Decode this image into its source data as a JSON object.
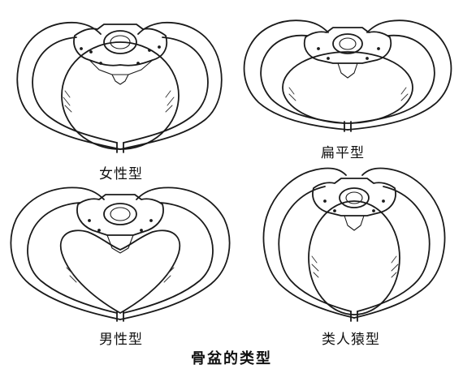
{
  "figure": {
    "title": "骨盆的类型",
    "types": [
      {
        "label": "女性型"
      },
      {
        "label": "扁平型"
      },
      {
        "label": "男性型"
      },
      {
        "label": "类人猿型"
      }
    ]
  }
}
